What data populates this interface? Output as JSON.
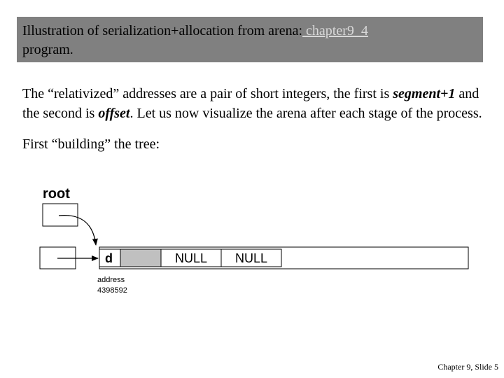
{
  "title": {
    "prefix": "Illustration of serialization+allocation from arena:",
    "link": " chapter9_4",
    "suffix": "program."
  },
  "body": {
    "p1_a": "The “relativized” addresses are a pair of short integers, the first is ",
    "p1_b": "segment+1",
    "p1_c": " and the second is ",
    "p1_d": "offset",
    "p1_e": ". Let us now visualize the arena after each stage of the process.",
    "p2": "First “building” the tree:"
  },
  "diagram": {
    "root_label": "root",
    "node_value": "d",
    "left_child": "NULL",
    "right_child": "NULL",
    "address_label": "address",
    "address_value": "4398592",
    "colors": {
      "stroke": "#000000",
      "shaded_cell": "#c0c0c0"
    }
  },
  "footer": "Chapter 9, Slide 5"
}
